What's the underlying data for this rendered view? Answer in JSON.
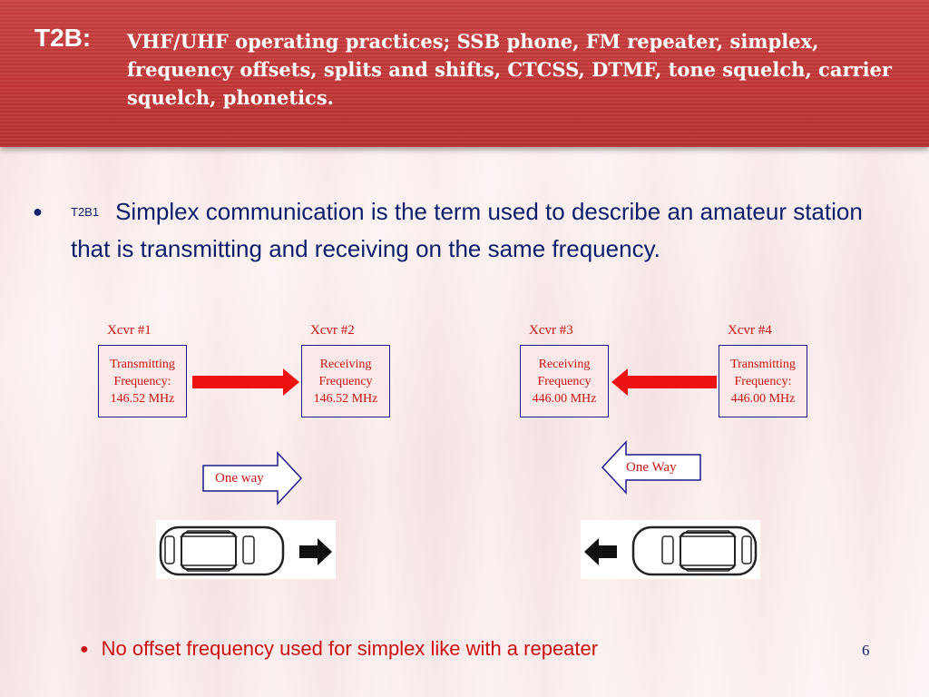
{
  "header": {
    "code": "T2B:",
    "title": "VHF/UHF operating practices; SSB phone, FM repeater, simplex, frequency offsets, splits and shifts, CTCSS, DTMF, tone squelch, carrier squelch, phonetics."
  },
  "bullet1": {
    "code": "T2B1",
    "text": "Simplex communication is the term used to describe an amateur station that is transmitting and receiving on the same frequency."
  },
  "diagram": {
    "left": {
      "tx_label": "Xcvr #1",
      "rx_label": "Xcvr #2",
      "tx_box": [
        "Transmitting",
        "Frequency:",
        "146.52 MHz"
      ],
      "rx_box": [
        "Receiving",
        "Frequency",
        "146.52 MHz"
      ],
      "direction_label": "One way"
    },
    "right": {
      "rx_label": "Xcvr #3",
      "tx_label": "Xcvr #4",
      "rx_box": [
        "Receiving",
        "Frequency",
        "446.00 MHz"
      ],
      "tx_box": [
        "Transmitting",
        "Frequency:",
        "446.00 MHz"
      ],
      "direction_label": "One Way"
    },
    "colors": {
      "arrow": "#ee1111",
      "box_border": "#1a1a8a",
      "text": "#cc1111"
    },
    "icons": [
      "car-icon",
      "arrow-right-icon",
      "arrow-left-icon"
    ]
  },
  "bullet2": {
    "text": "No offset frequency used for simplex like with a repeater"
  },
  "page_number": "6",
  "colors": {
    "header_bg": "#c23636",
    "body_text": "#0a1f6b",
    "accent_text": "#cc1111"
  }
}
